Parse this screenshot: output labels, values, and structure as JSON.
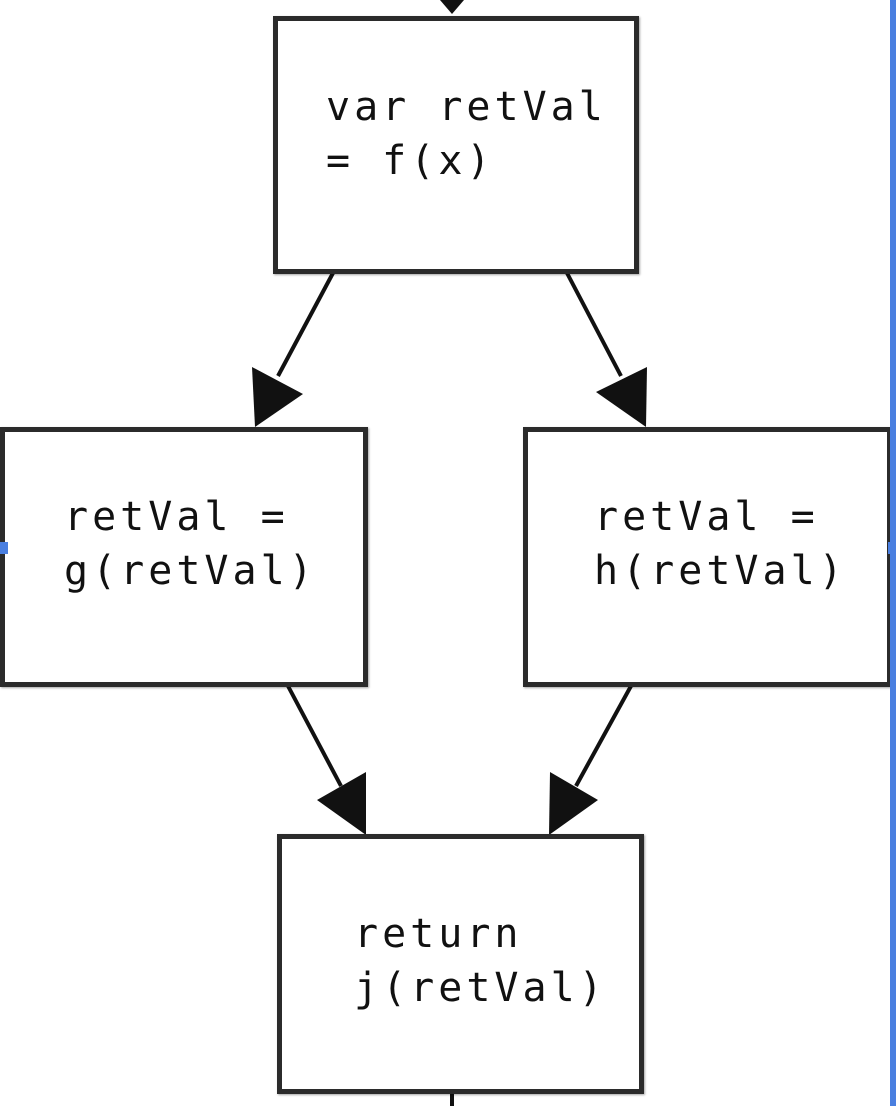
{
  "diagram": {
    "nodes": [
      {
        "id": "assign",
        "lines": [
          "var retVal",
          "= f(x)"
        ]
      },
      {
        "id": "left",
        "lines": [
          "retVal =",
          "g(retVal)"
        ]
      },
      {
        "id": "right",
        "lines": [
          "retVal =",
          "h(retVal)"
        ]
      },
      {
        "id": "return",
        "lines": [
          "return",
          "j(retVal)"
        ]
      }
    ],
    "edges": [
      {
        "from": "assign",
        "to": "left"
      },
      {
        "from": "assign",
        "to": "right"
      },
      {
        "from": "left",
        "to": "return"
      },
      {
        "from": "right",
        "to": "return"
      }
    ]
  },
  "colors": {
    "line": "#111111",
    "border": "#2b2b2b",
    "selection": "#4a7fe0"
  }
}
